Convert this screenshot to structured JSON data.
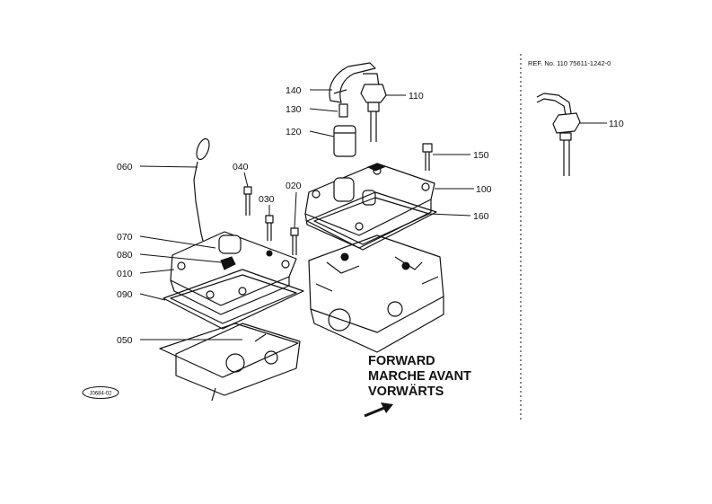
{
  "reference": {
    "text": "REF. No. 110 75611-1242-0"
  },
  "direction": {
    "line1": "FORWARD",
    "line2": "MARCHE AVANT",
    "line3": "VORWÄRTS"
  },
  "badge": {
    "text": "J0684-02"
  },
  "callouts": {
    "c140": "140",
    "c130": "130",
    "c120": "120",
    "c110": "110",
    "c150": "150",
    "c100": "100",
    "c160": "160",
    "c060": "060",
    "c040": "040",
    "c020": "020",
    "c030": "030",
    "c070": "070",
    "c080": "080",
    "c010": "010",
    "c090": "090",
    "c050": "050",
    "c110b": "110"
  }
}
